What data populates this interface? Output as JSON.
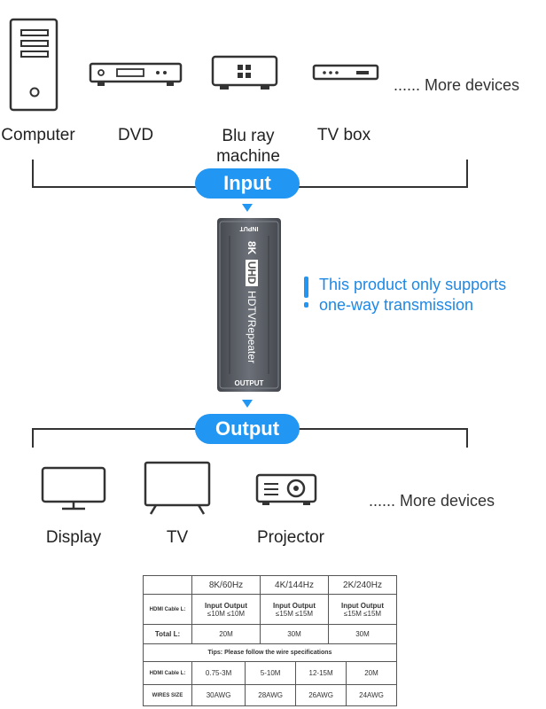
{
  "input_devices": [
    {
      "label": "Computer",
      "icon": "computer-tower-icon"
    },
    {
      "label": "DVD",
      "icon": "dvd-player-icon"
    },
    {
      "label": "Blu ray\nmachine",
      "icon": "blu-ray-player-icon"
    },
    {
      "label": "TV box",
      "icon": "tv-box-icon"
    }
  ],
  "input_more": "...... More devices",
  "input_label": "Input",
  "repeater": {
    "top_text": "INPUT",
    "brand_8k": "8K",
    "brand_uhd": "UHD",
    "model": "HDTVRepeater",
    "bottom_text": "OUTPUT"
  },
  "note": {
    "line1": "This product only supports",
    "line2": "one-way transmission"
  },
  "output_label": "Output",
  "output_devices": [
    {
      "label": "Display",
      "icon": "monitor-icon"
    },
    {
      "label": "TV",
      "icon": "tv-icon"
    },
    {
      "label": "Projector",
      "icon": "projector-icon"
    }
  ],
  "output_more": "...... More devices",
  "spec_table": {
    "modes": [
      "8K/60Hz",
      "4K/144Hz",
      "2K/240Hz"
    ],
    "cable_label": "HDMI Cable L:",
    "io_label": "Input Output",
    "io_values": [
      "≤10M ≤10M",
      "≤15M ≤15M",
      "≤15M ≤15M"
    ],
    "total_label": "Total L:",
    "total_values": [
      "20M",
      "30M",
      "30M"
    ],
    "tips": "Tips: Please follow the wire specifications",
    "wire_cable_label": "HDMI Cable L:",
    "wire_lengths": [
      "0.75-3M",
      "5-10M",
      "12-15M",
      "20M"
    ],
    "wire_size_label": "WIRES SIZE",
    "wire_sizes": [
      "30AWG",
      "28AWG",
      "26AWG",
      "24AWG"
    ]
  },
  "colors": {
    "accent": "#2196f3",
    "device": "#333333",
    "repeater": "#5a5e66"
  }
}
